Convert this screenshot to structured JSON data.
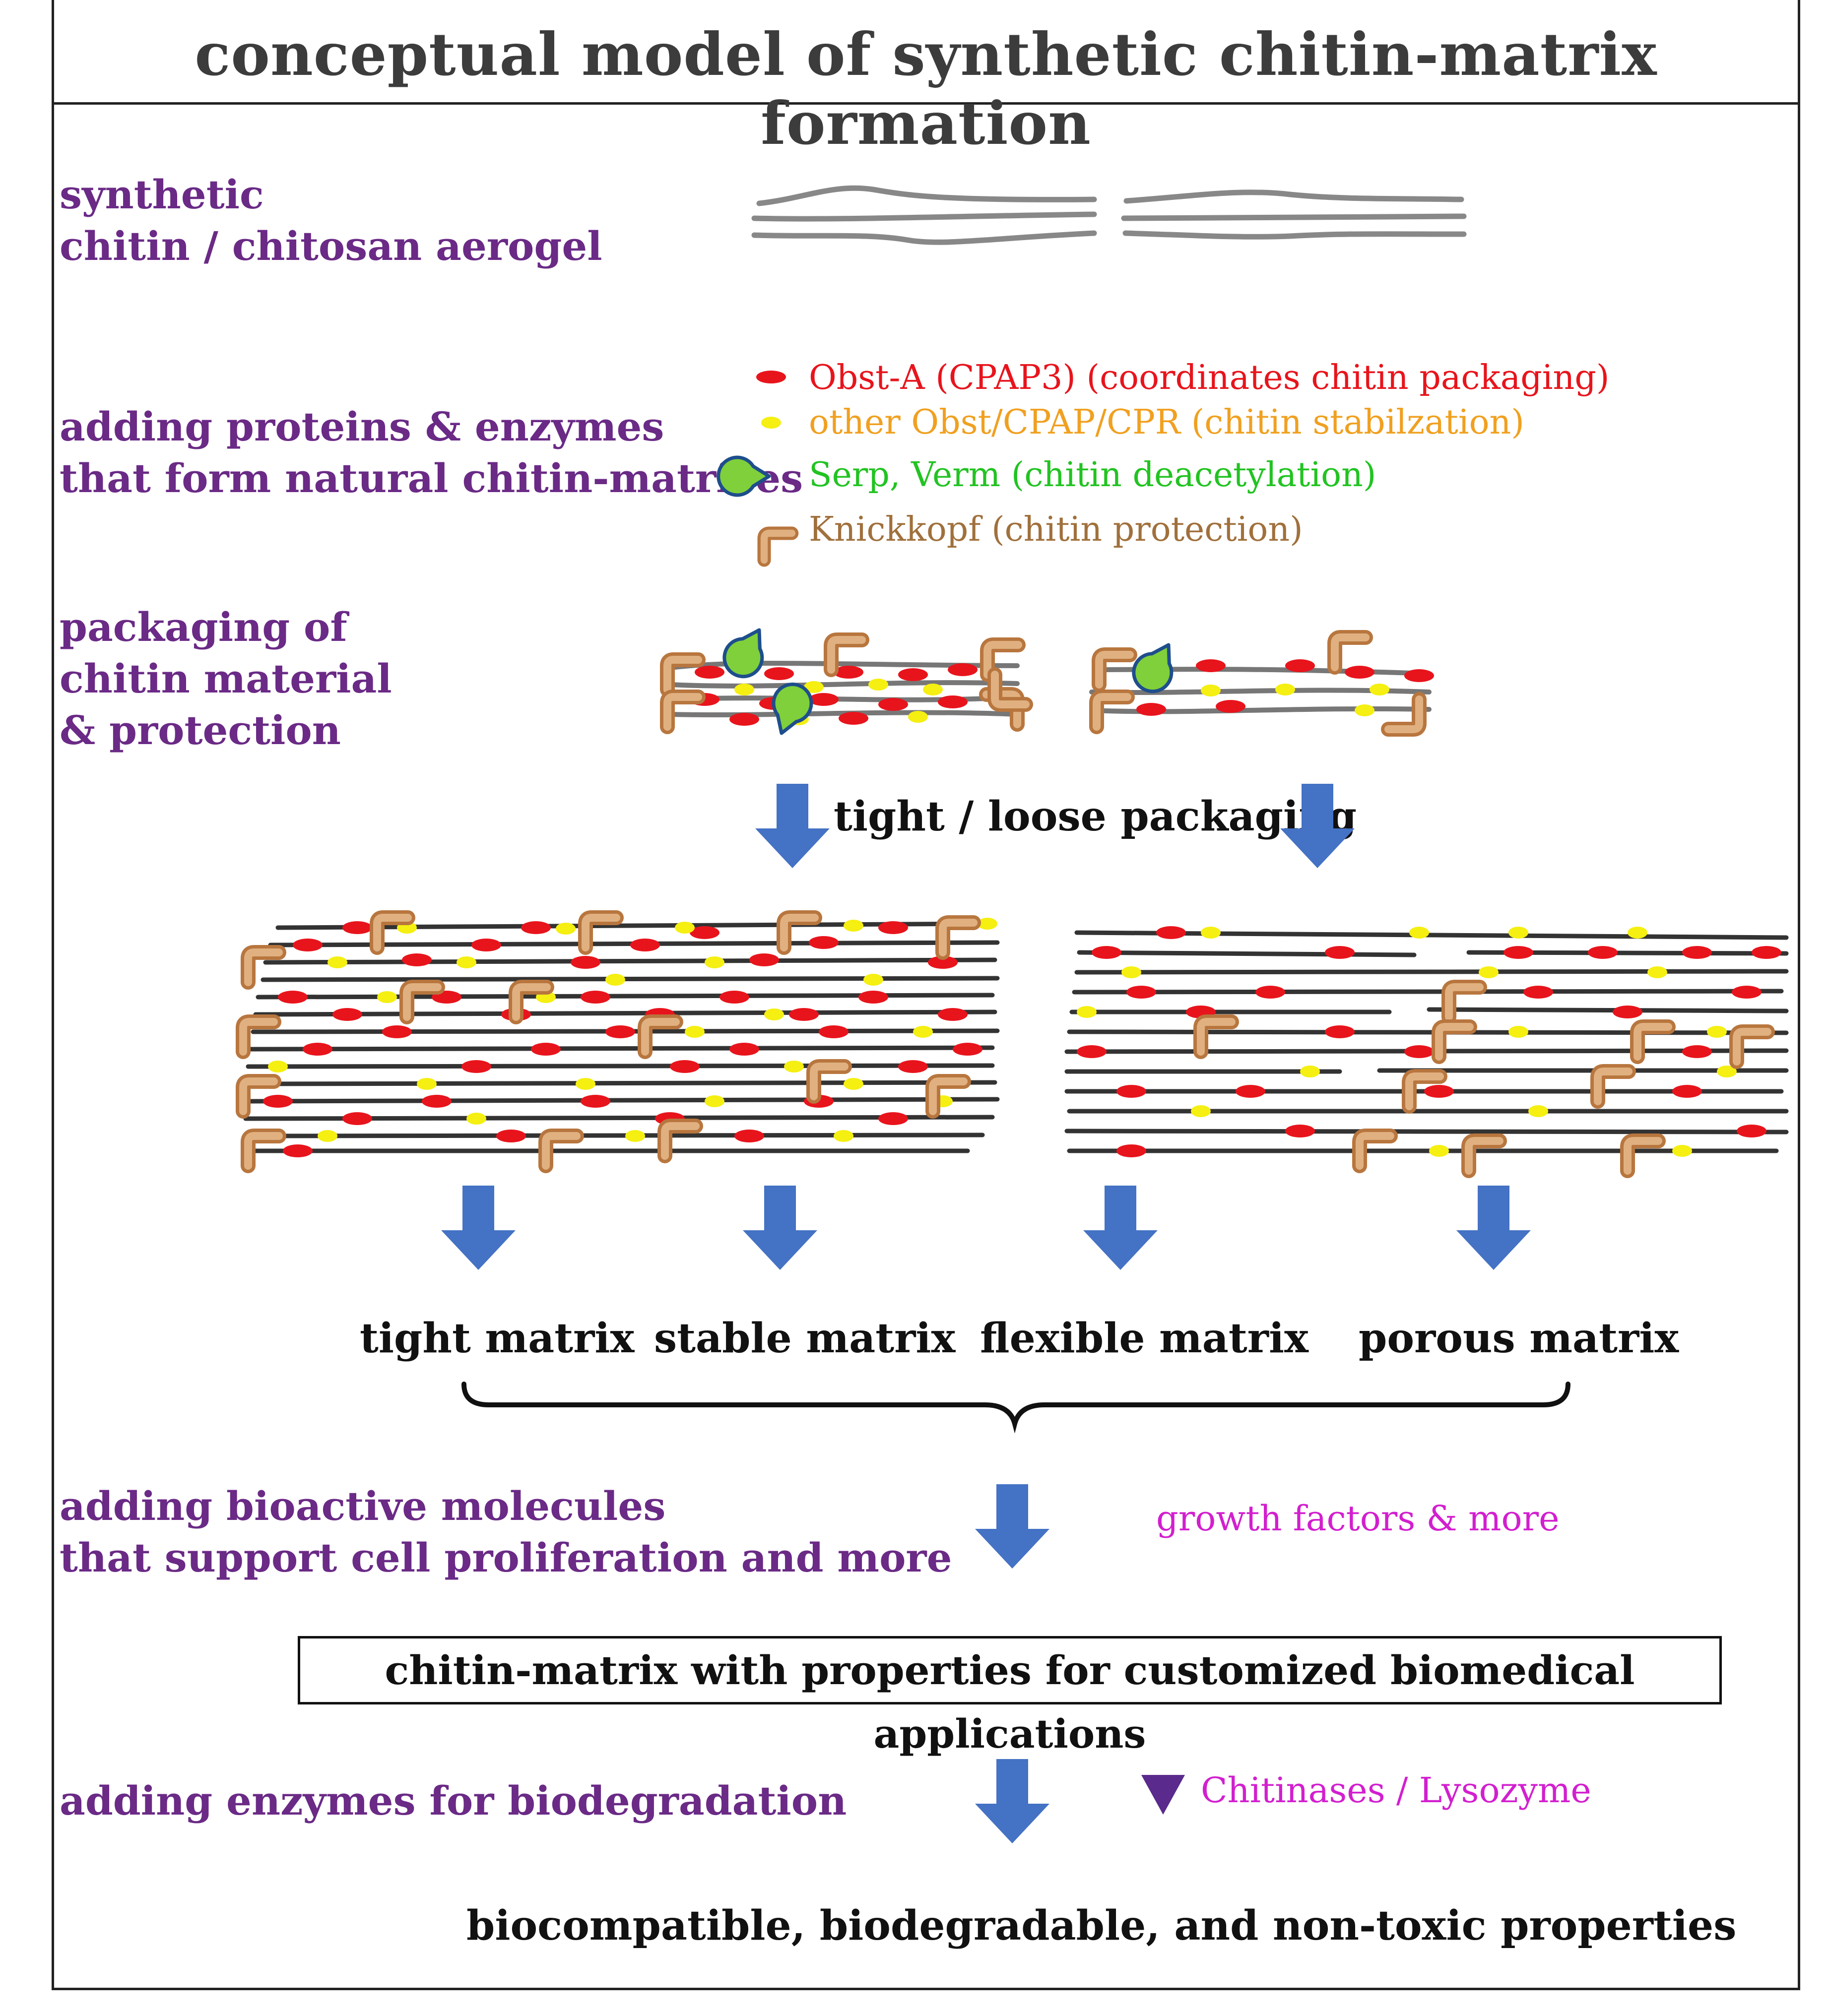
{
  "title": "conceptual model of synthetic chitin-matrix formation",
  "steps": {
    "aerogel": [
      "synthetic",
      "chitin / chitosan aerogel"
    ],
    "proteins": [
      "adding proteins & enzymes",
      "that form natural chitin-matrices"
    ],
    "packaging": [
      "packaging of",
      "chitin material",
      "& protection"
    ],
    "bioactive": [
      "adding bioactive molecules",
      "that support cell proliferation and more"
    ],
    "biodegradation": [
      "adding enzymes for biodegradation"
    ]
  },
  "legend": [
    {
      "label": "Obst-A (CPAP3) (coordinates chitin packaging)",
      "color": "#e8141c",
      "icon": "red-oval-icon"
    },
    {
      "label": "other Obst/CPAP/CPR (chitin stabilzation)",
      "color": "#f0a020",
      "icon": "yellow-oval-icon"
    },
    {
      "label": "Serp, Verm (chitin deacetylation)",
      "color": "#22c322",
      "icon": "pacman-enzyme-icon"
    },
    {
      "label": "Knickkopf (chitin protection)",
      "color": "#a0703c",
      "icon": "knickkopf-hook-icon"
    }
  ],
  "packaging_label": "tight / loose packaging",
  "matrix_types": [
    "tight matrix",
    "stable matrix",
    "flexible matrix",
    "porous matrix"
  ],
  "growth_factors": "growth factors & more",
  "result_box": "chitin-matrix with properties for customized biomedical applications",
  "chitinases": "Chitinases / Lysozyme",
  "final": "biocompatible, biodegradable, and non-toxic properties",
  "colors": {
    "step_text": "#6a2a86",
    "arrow": "#4472c4",
    "magenta": "#d21fcf",
    "chitin_fiber": "#888888"
  }
}
